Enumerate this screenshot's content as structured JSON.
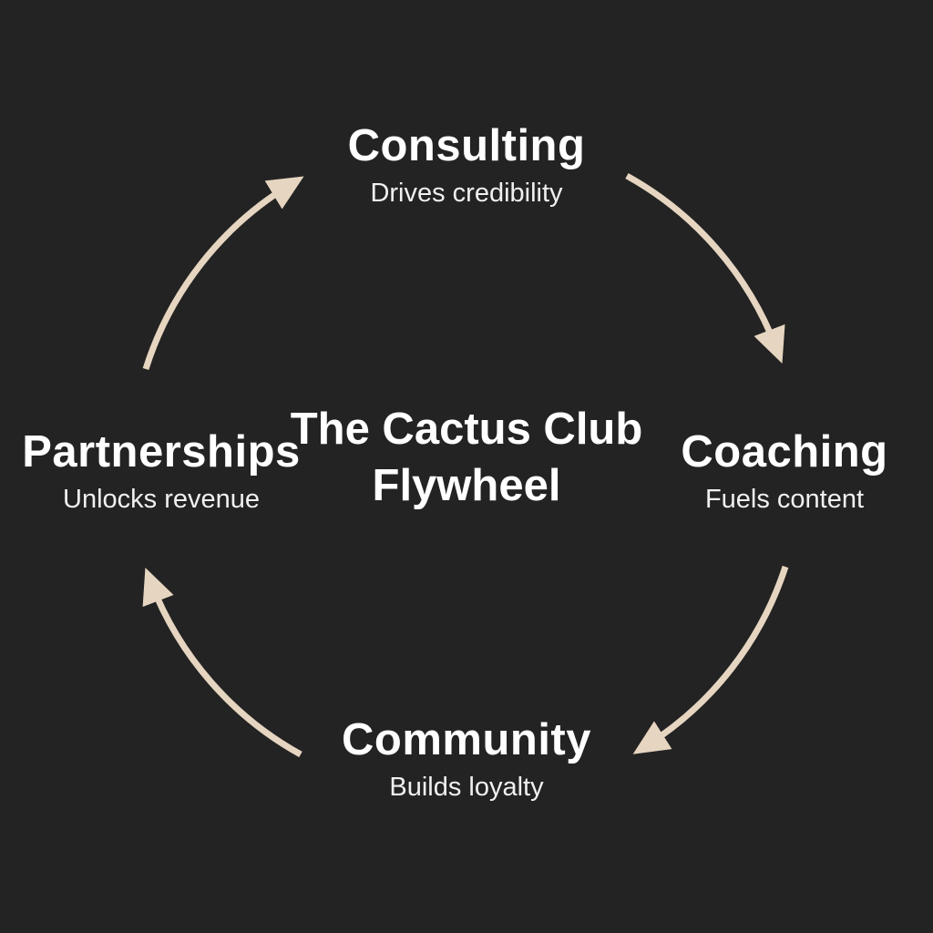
{
  "title": {
    "line1": "The Cactus Club",
    "line2": "Flywheel"
  },
  "nodes": [
    {
      "label": "Consulting",
      "sub": "Drives credibility"
    },
    {
      "label": "Coaching",
      "sub": "Fuels content"
    },
    {
      "label": "Community",
      "sub": "Builds loyalty"
    },
    {
      "label": "Partnerships",
      "sub": "Unlocks revenue"
    }
  ],
  "colors": {
    "background": "#232323",
    "arrow": "#e6d5c0",
    "text": "#ffffff"
  }
}
